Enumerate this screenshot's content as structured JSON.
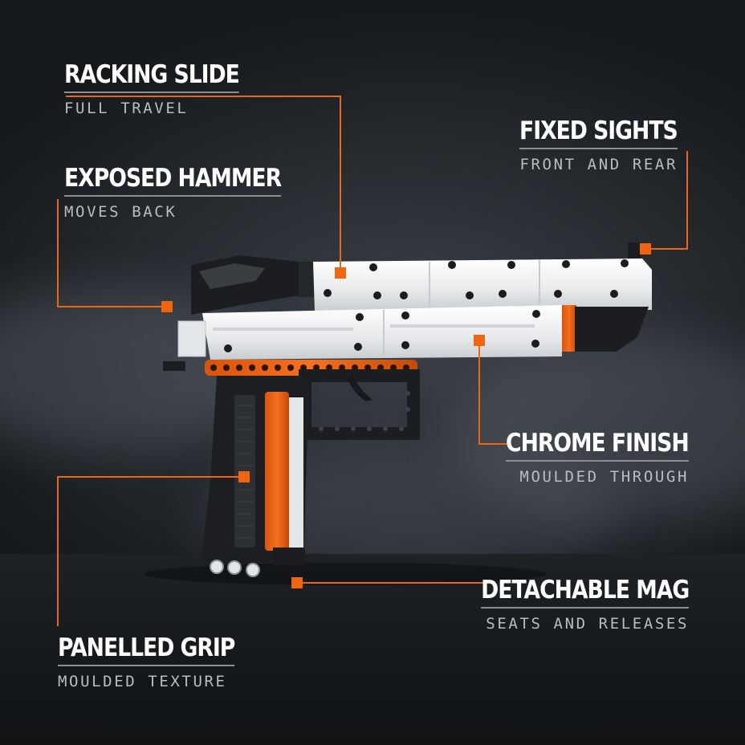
{
  "colors": {
    "accent": "#f2650f",
    "title_text": "#ffffff",
    "subtitle_text": "#b9bdc1",
    "underline": "#8a8f94",
    "slide_white": "#eceeef",
    "frame_black": "#1b1d20"
  },
  "callouts": [
    {
      "id": "racking-slide",
      "title": "RACKING SLIDE",
      "subtitle": "FULL TRAVEL"
    },
    {
      "id": "exposed-hammer",
      "title": "EXPOSED HAMMER",
      "subtitle": "MOVES BACK"
    },
    {
      "id": "fixed-sights",
      "title": "FIXED SIGHTS",
      "subtitle": "FRONT AND REAR"
    },
    {
      "id": "chrome-finish",
      "title": "CHROME FINISH",
      "subtitle": "MOULDED THROUGH"
    },
    {
      "id": "detachable-mag",
      "title": "DETACHABLE MAG",
      "subtitle": "SEATS AND RELEASES"
    },
    {
      "id": "panelled-grip",
      "title": "PANELLED GRIP",
      "subtitle": "MOULDED TEXTURE"
    }
  ]
}
